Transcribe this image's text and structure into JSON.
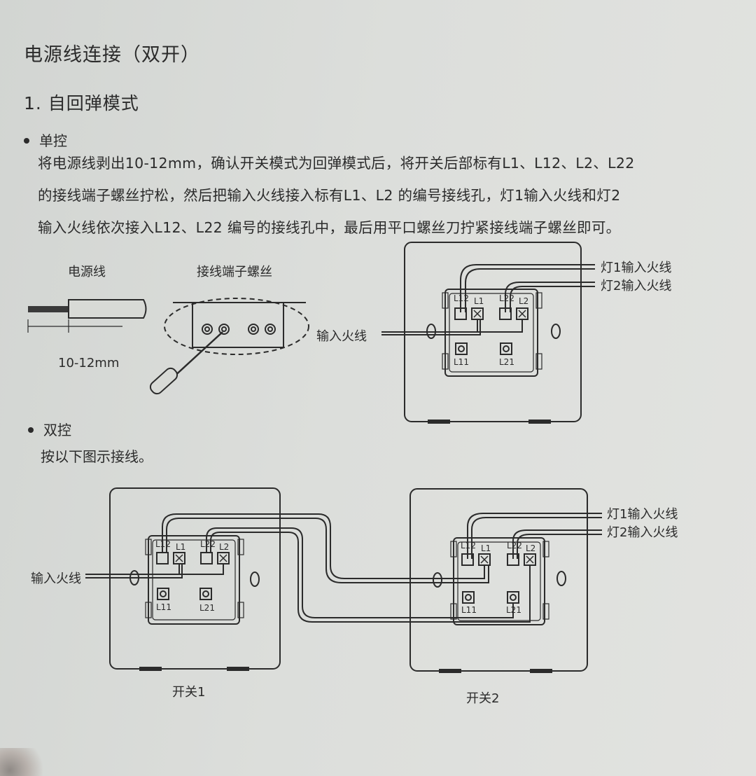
{
  "title": "电源线连接（双开）",
  "mode_title": "1. 自回弹模式",
  "single": {
    "heading": "单控",
    "paragraph": [
      "将电源线剥出10-12mm，确认开关模式为回弹模式后，将开关后部标有L1、L12、L2、L22",
      "的接线端子螺丝拧松，然后把输入火线接入标有L1、L2 的编号接线孔，灯1输入火线和灯2",
      "输入火线依次接入L12、L22 编号的接线孔中，最后用平口螺丝刀拧紧接线端子螺丝即可。"
    ],
    "diagram": {
      "wire_label": "电源线",
      "wire_strip_length": "10-12mm",
      "terminal_label": "接线端子螺丝",
      "input_live": "输入火线",
      "lamp1_live": "灯1输入火线",
      "lamp2_live": "灯2输入火线",
      "terminals": {
        "l12": "L12",
        "l1": "L1",
        "l22": "L22",
        "l2": "L2",
        "l11": "L11",
        "l21": "L21"
      }
    }
  },
  "dual": {
    "heading": "双控",
    "instruction": "按以下图示接线。",
    "input_live": "输入火线",
    "lamp1_live": "灯1输入火线",
    "lamp2_live": "灯2输入火线",
    "switch1": "开关1",
    "switch2": "开关2",
    "terminals": {
      "l12": "L12",
      "l1": "L1",
      "l22": "L22",
      "l2": "L2",
      "l11": "L11",
      "l21": "L21"
    }
  },
  "colors": {
    "ink": "#2b2b2b",
    "paper": "#dcdedb"
  }
}
